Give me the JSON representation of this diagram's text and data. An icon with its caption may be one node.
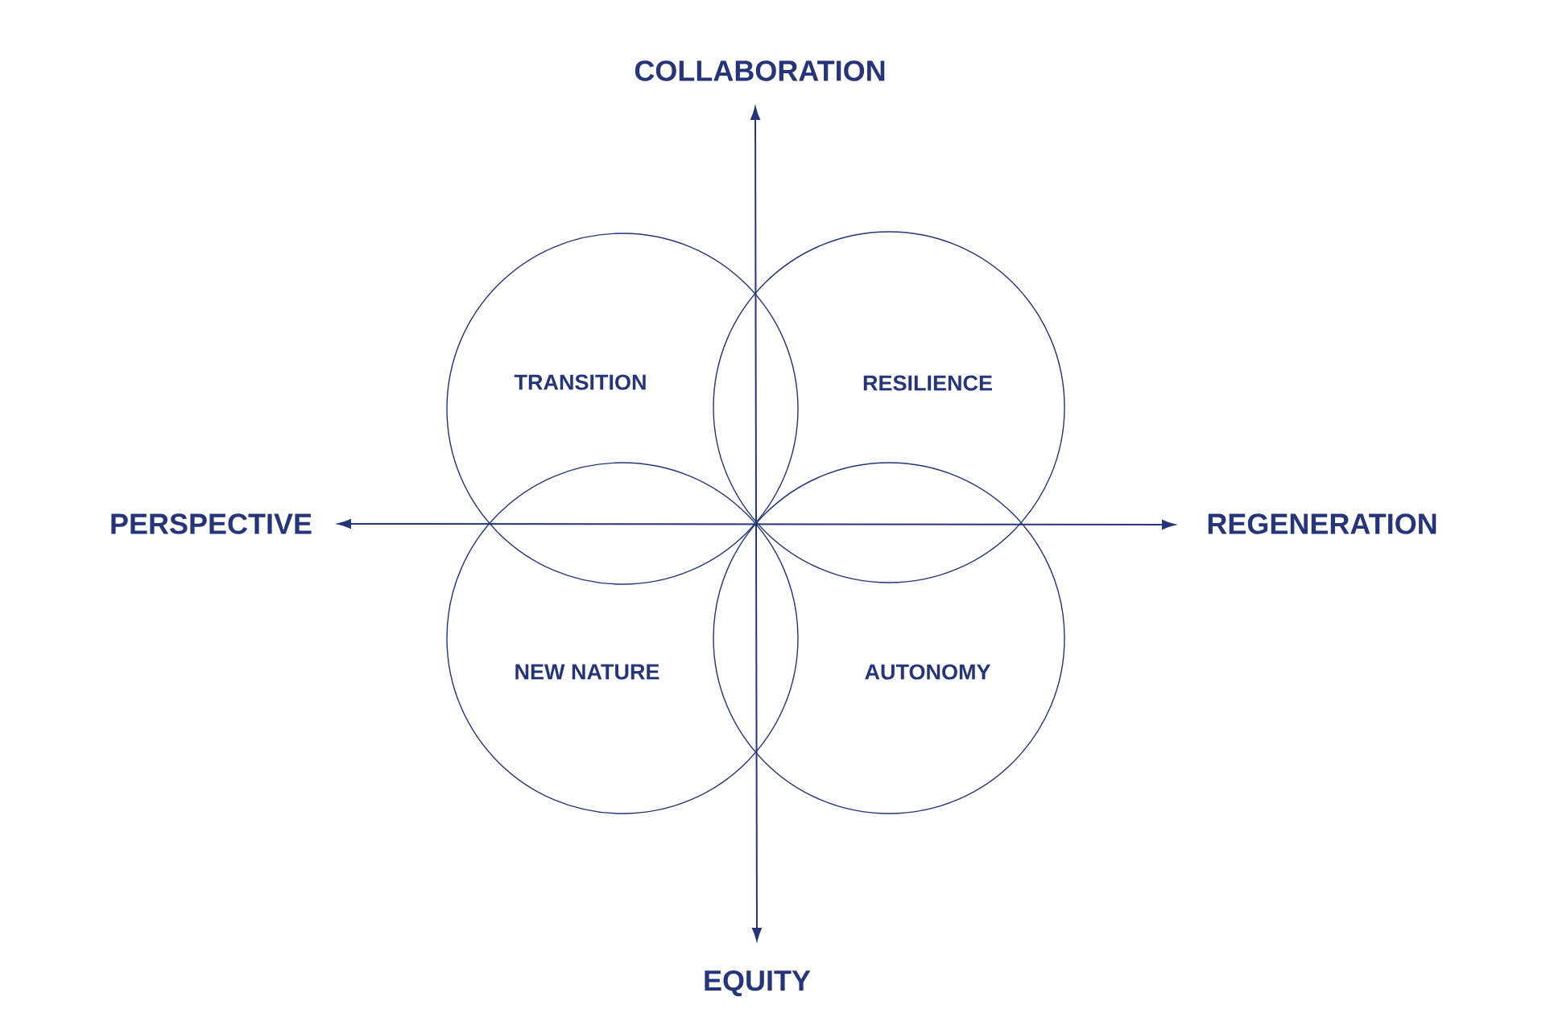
{
  "diagram": {
    "nodes": [
      {
        "text": [
          "TRANSITION"
        ]
      },
      {
        "text": [
          "RESILIENCE"
        ]
      },
      {
        "text": [
          "NEW NATURE"
        ]
      },
      {
        "text": [
          "AUTONOMY"
        ]
      }
    ],
    "labels": [
      "COLLABORATION",
      "PERSPECTIVE",
      "REGENERATION",
      "EQUITY"
    ]
  }
}
